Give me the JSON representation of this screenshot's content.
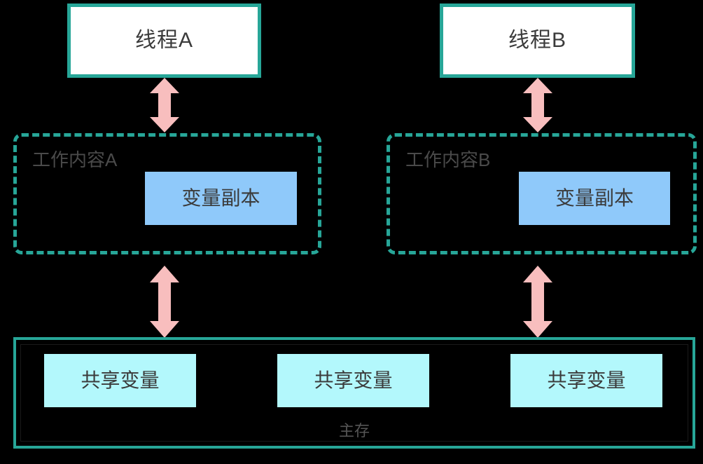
{
  "diagram": {
    "title_semantic": "java-memory-model-jmm",
    "background_color": "#000000",
    "palette": {
      "teal_border": "#27A698",
      "arrow_pink": "#F8BEBE",
      "variable_copy_blue": "#8FC9FA",
      "shared_variable_cyan": "#B3F8FC",
      "thread_box_fill": "#FFFFFF",
      "text_dark": "#3B3B3B",
      "text_gray": "#4A4A4A"
    },
    "threads": [
      {
        "label": "线程A"
      },
      {
        "label": "线程B"
      }
    ],
    "working_memories": [
      {
        "label": "工作内容A",
        "variable_copy": "变量副本"
      },
      {
        "label": "工作内容B",
        "variable_copy": "变量副本"
      }
    ],
    "main_memory": {
      "label": "主存",
      "shared_variables": [
        {
          "label": "共享变量"
        },
        {
          "label": "共享变量"
        },
        {
          "label": "共享变量"
        }
      ]
    },
    "arrows": [
      {
        "name": "thread-a-to-working-memory-a",
        "direction": "bidirectional"
      },
      {
        "name": "thread-b-to-working-memory-b",
        "direction": "bidirectional"
      },
      {
        "name": "working-memory-a-to-main-memory",
        "direction": "bidirectional"
      },
      {
        "name": "working-memory-b-to-main-memory",
        "direction": "bidirectional"
      }
    ]
  }
}
